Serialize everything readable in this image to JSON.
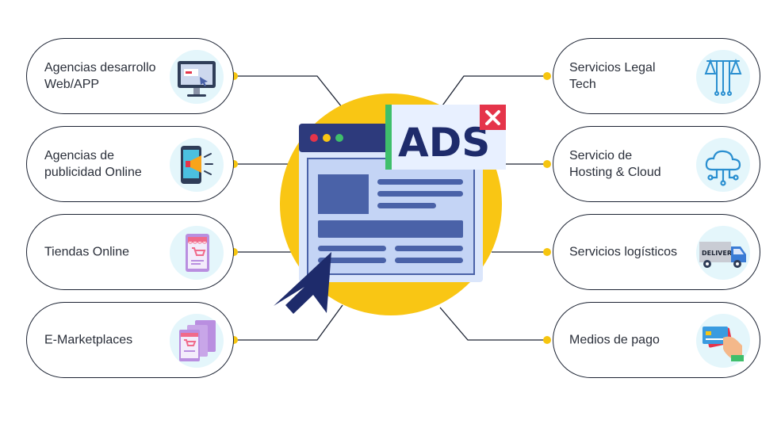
{
  "left_items": [
    {
      "label": "Agencias desarrollo\nWeb/APP",
      "icon": "monitor-icon"
    },
    {
      "label": "Agencias de\npublicidad Online",
      "icon": "phone-megaphone-icon"
    },
    {
      "label": "Tiendas Online",
      "icon": "shop-phone-icon"
    },
    {
      "label": "E-Marketplaces",
      "icon": "multi-shop-icon"
    }
  ],
  "right_items": [
    {
      "label": "Servicios Legal\nTech",
      "icon": "legal-scale-icon"
    },
    {
      "label": "Servicio de\nHosting & Cloud",
      "icon": "cloud-hosting-icon"
    },
    {
      "label": "Servicios logísticos",
      "icon": "delivery-truck-icon"
    },
    {
      "label": "Medios de pago",
      "icon": "payment-card-icon"
    }
  ],
  "center": {
    "ads_label": "ADS",
    "delivery_label": "DELIVERY"
  },
  "colors": {
    "accent_yellow": "#f9c614",
    "navy": "#2d3a7c",
    "window_blue": "#4a62a8",
    "light_blue": "#dbe6fb",
    "red": "#e5344a",
    "green": "#3fbf6b",
    "outline": "#1c2333"
  }
}
